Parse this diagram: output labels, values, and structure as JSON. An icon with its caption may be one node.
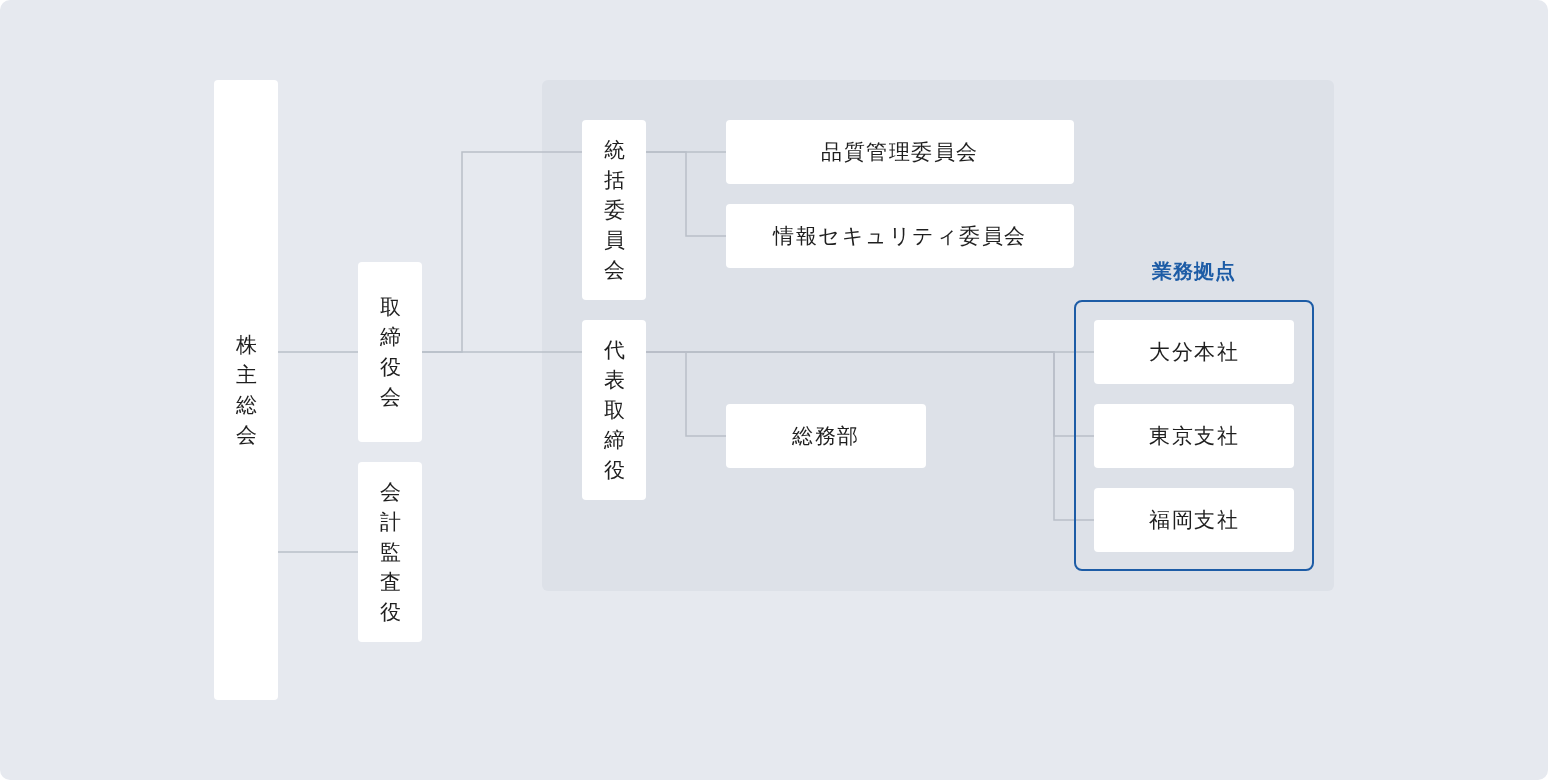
{
  "diagram": {
    "nodes": [
      {
        "text": [
          "株主総会"
        ]
      },
      {
        "text": [
          "取締役会"
        ]
      },
      {
        "text": [
          "会計監査役"
        ]
      },
      {
        "text": [],
        "shape": "box"
      },
      {
        "text": [
          "統括委員会"
        ],
        "in": 3
      },
      {
        "text": [
          "品質管理委員会"
        ],
        "in": 3
      },
      {
        "text": [
          "情報セキュリティ委員会"
        ],
        "in": 3
      },
      {
        "text": [
          "代表取締役"
        ],
        "in": 3
      },
      {
        "text": [
          "総務部"
        ],
        "in": 3
      },
      {
        "text": [
          "業務拠点"
        ],
        "in": 3
      },
      {
        "text": [
          "大分本社"
        ],
        "in": 9
      },
      {
        "text": [
          "東京支社"
        ],
        "in": 9
      },
      {
        "text": [
          "福岡支社"
        ],
        "in": 9
      }
    ],
    "edges": [
      {
        "from": 0,
        "to": 1,
        "arrow": "none"
      },
      {
        "from": 0,
        "to": 2,
        "arrow": "none"
      },
      {
        "from": 1,
        "to": 4,
        "arrow": "none"
      },
      {
        "from": 1,
        "to": 7,
        "arrow": "none"
      },
      {
        "from": 4,
        "to": 5,
        "arrow": "none"
      },
      {
        "from": 4,
        "to": 6,
        "arrow": "none"
      },
      {
        "from": 7,
        "to": 8,
        "arrow": "none"
      },
      {
        "from": 7,
        "to": 10,
        "arrow": "none"
      },
      {
        "from": 7,
        "to": 11,
        "arrow": "none"
      },
      {
        "from": 7,
        "to": 12,
        "arrow": "none"
      }
    ]
  }
}
